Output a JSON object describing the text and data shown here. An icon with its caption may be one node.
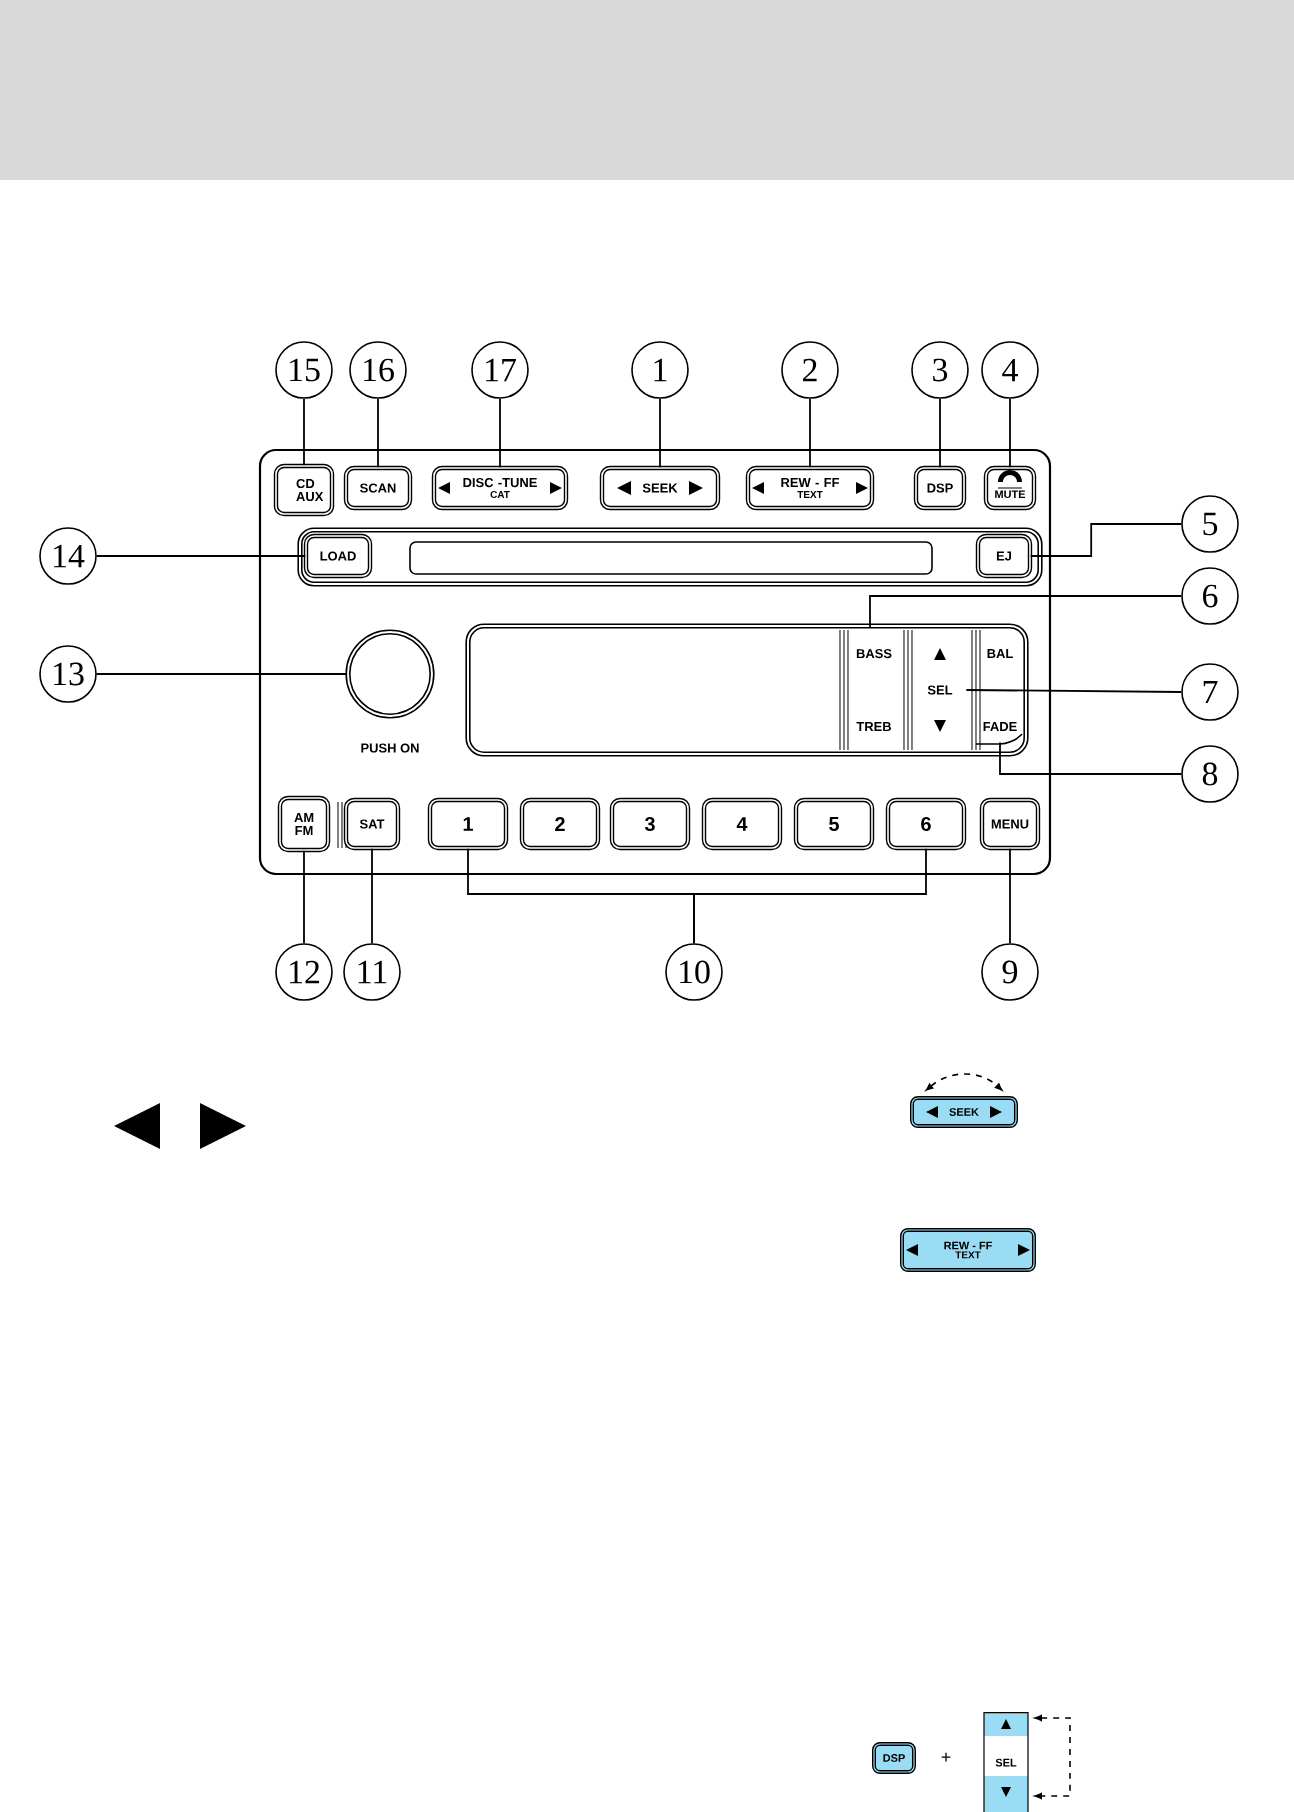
{
  "diagram": {
    "nodes": [
      {
        "text": [
          "15"
        ]
      },
      {
        "text": [
          "CD AUX"
        ]
      },
      {
        "text": [
          "16"
        ]
      },
      {
        "text": [
          "SCAN"
        ]
      },
      {
        "text": [
          "17"
        ]
      },
      {
        "text": [
          "DISC -TUNE",
          "CAT"
        ]
      },
      {
        "text": [
          "1"
        ]
      },
      {
        "text": [
          "SEEK"
        ]
      },
      {
        "text": [
          "2"
        ]
      },
      {
        "text": [
          "REW - FF",
          "TEXT"
        ]
      },
      {
        "text": [
          "3"
        ]
      },
      {
        "text": [
          "DSP"
        ]
      },
      {
        "text": [
          "4"
        ]
      },
      {
        "text": [
          "MUTE"
        ]
      },
      {
        "text": [
          "14"
        ]
      },
      {
        "text": [
          "LOAD"
        ]
      },
      {
        "text": [
          "5"
        ]
      },
      {
        "text": [
          "EJ"
        ]
      },
      {
        "text": [
          "13"
        ]
      },
      {
        "text": [],
        "shape": "circle",
        "beside": [
          "PUSH ON"
        ]
      },
      {
        "text": [
          "6"
        ]
      },
      {
        "text": [
          "BASS",
          "TREB"
        ]
      },
      {
        "text": [
          "7"
        ]
      },
      {
        "text": [
          "SEL"
        ]
      },
      {
        "text": [
          "BAL",
          "FADE"
        ]
      },
      {
        "text": [
          "8"
        ]
      },
      {
        "text": [
          "AM FM"
        ]
      },
      {
        "text": [
          "SAT"
        ]
      },
      {
        "text": [
          "1"
        ]
      },
      {
        "text": [
          "2"
        ]
      },
      {
        "text": [
          "3"
        ]
      },
      {
        "text": [
          "4"
        ]
      },
      {
        "text": [
          "5"
        ]
      },
      {
        "text": [
          "6"
        ]
      },
      {
        "text": [
          "MENU"
        ]
      },
      {
        "text": [
          "12"
        ]
      },
      {
        "text": [
          "11"
        ]
      },
      {
        "text": [
          "10"
        ]
      },
      {
        "text": [
          "9"
        ]
      },
      {
        "text": [
          "SEEK"
        ]
      },
      {
        "text": [
          "REW - FF",
          "TEXT"
        ]
      },
      {
        "text": [
          "DSP"
        ]
      },
      {
        "text": [
          "SEL"
        ]
      }
    ],
    "edges": [
      {
        "from": 0,
        "to": 1,
        "arrow": "none"
      },
      {
        "from": 2,
        "to": 3,
        "arrow": "none"
      },
      {
        "from": 4,
        "to": 5,
        "arrow": "none"
      },
      {
        "from": 6,
        "to": 7,
        "arrow": "none"
      },
      {
        "from": 8,
        "to": 9,
        "arrow": "none"
      },
      {
        "from": 10,
        "to": 11,
        "arrow": "none"
      },
      {
        "from": 12,
        "to": 13,
        "arrow": "none"
      },
      {
        "from": 14,
        "to": 15,
        "arrow": "none"
      },
      {
        "from": 16,
        "to": 17,
        "arrow": "none"
      },
      {
        "from": 18,
        "to": 19,
        "arrow": "none"
      },
      {
        "from": 20,
        "to": 21,
        "arrow": "none"
      },
      {
        "from": 22,
        "to": 23,
        "arrow": "none"
      },
      {
        "from": 25,
        "to": 24,
        "arrow": "none"
      },
      {
        "from": 35,
        "to": 26,
        "arrow": "none"
      },
      {
        "from": 36,
        "to": 27,
        "arrow": "none"
      },
      {
        "from": 37,
        "to": 28,
        "arrow": "none"
      },
      {
        "from": 37,
        "to": 33,
        "arrow": "none"
      },
      {
        "from": 38,
        "to": 34,
        "arrow": "none"
      }
    ],
    "labels": [
      "+"
    ]
  }
}
